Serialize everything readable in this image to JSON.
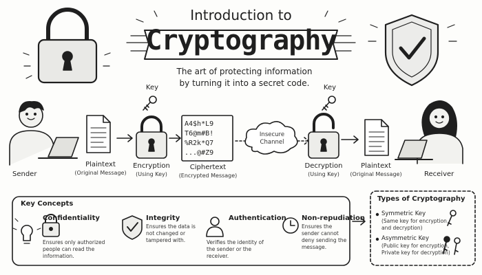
{
  "title": {
    "line1": "Introduction to",
    "main": "Cryptography",
    "subtitle_line1": "The art of protecting information",
    "subtitle_line2": "by turning it into a secret code."
  },
  "flow": {
    "sender": "Sender",
    "plaintext": "Plaintext",
    "plaintext_sub": "(Original Message)",
    "key1": "Key",
    "encryption": "Encryption",
    "encryption_sub": "(Using Key)",
    "ciphertext_lines": [
      "A4$h*L9",
      "T6@m#B!",
      "%R2k*Q7",
      "...@#Z9"
    ],
    "ciphertext": "Ciphertext",
    "ciphertext_sub": "(Encrypted Message)",
    "channel_line1": "Insecure",
    "channel_line2": "Channel",
    "key2": "Key",
    "decryption": "Decryption",
    "decryption_sub": "(Using Key)",
    "plaintext2": "Plaintext",
    "plaintext2_sub": "(Original Message)",
    "receiver": "Receiver"
  },
  "concepts": {
    "heading": "Key Concepts",
    "items": [
      {
        "title": "Confidentiality",
        "text": "Ensures only authorized people can read the information.",
        "icon": "padlock-icon"
      },
      {
        "title": "Integrity",
        "text": "Ensures the data is not changed or tampered with.",
        "icon": "shield-check-icon"
      },
      {
        "title": "Authentication",
        "text": "Verifies the identity of the sender or the receiver.",
        "icon": "person-icon"
      },
      {
        "title": "Non-repudiation",
        "text": "Ensures the sender cannot deny sending the message.",
        "icon": "clock-icon"
      }
    ]
  },
  "types": {
    "heading": "Types of Cryptography",
    "symmetric": "Symmetric Key",
    "symmetric_sub1": "(Same key for encryption",
    "symmetric_sub2": "and decryption)",
    "asymmetric": "Asymmetric Key",
    "asymmetric_sub1": "(Public key for encryption,",
    "asymmetric_sub2": "Private key for decryption)"
  },
  "colors": {
    "ink": "#1f1f1f",
    "paper": "#fdfdfb"
  }
}
